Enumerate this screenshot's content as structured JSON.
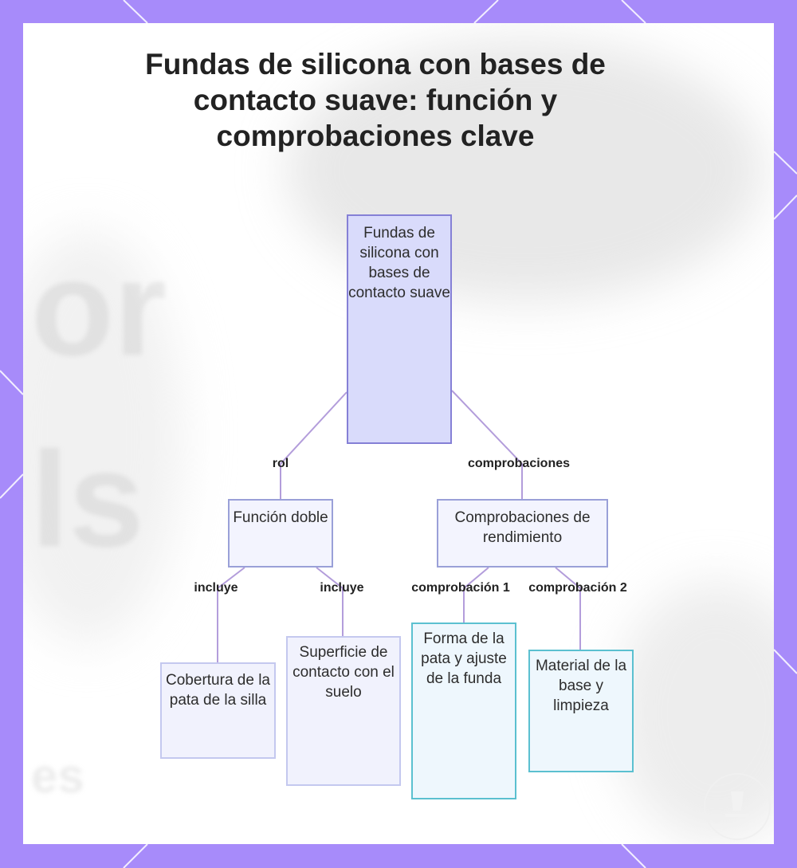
{
  "title": "Fundas de silicona con bases de contacto suave: función y comprobaciones clave",
  "nodes": {
    "root": "Fundas de silicona con bases de contacto suave",
    "dual_function": "Función doble",
    "performance_checks": "Comprobaciones de rendimiento",
    "leg_cover": "Cobertura de la pata de la silla",
    "floor_surface": "Superficie de contacto con el suelo",
    "leg_shape_fit": "Forma de la pata y ajuste de la funda",
    "base_material": "Material de la base y limpieza"
  },
  "edges": {
    "rol": "rol",
    "comprobaciones": "comprobaciones",
    "incluye_1": "incluye",
    "incluye_2": "incluye",
    "comprobacion_1": "comprobación 1",
    "comprobacion_2": "comprobación 2"
  },
  "colors": {
    "frame": "#a78bfa",
    "edge_line": "#b39ddb",
    "root_fill": "#d9dbfb",
    "root_border": "#8580d6",
    "check_border": "#5bc0d0"
  }
}
